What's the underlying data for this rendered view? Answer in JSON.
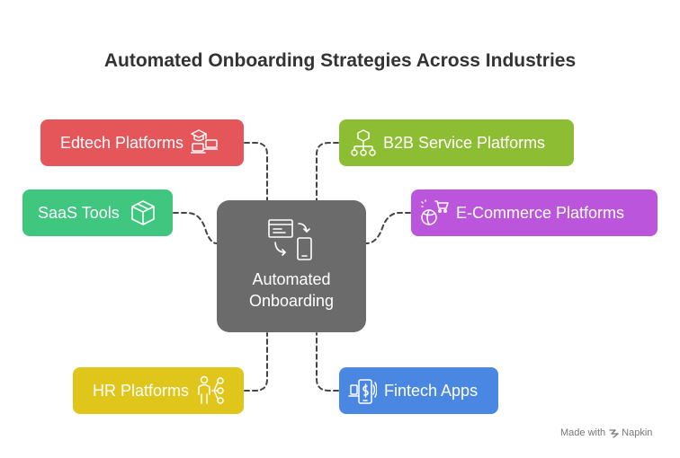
{
  "title": "Automated Onboarding Strategies Across Industries",
  "center": {
    "line1": "Automated",
    "line2": "Onboarding",
    "icon": "workflow-document-phone-icon"
  },
  "left_items": [
    {
      "label": "Edtech Platforms",
      "icon": "graduation-computer-icon",
      "color": "#e4565a"
    },
    {
      "label": "SaaS Tools",
      "icon": "box-icon",
      "color": "#3fc77f"
    },
    {
      "label": "HR Platforms",
      "icon": "people-network-icon",
      "color": "#e0c51b"
    }
  ],
  "right_items": [
    {
      "label": "B2B Service Platforms",
      "icon": "hierarchy-network-icon",
      "color": "#8dbd32"
    },
    {
      "label": "E-Commerce Platforms",
      "icon": "shopping-cart-globe-icon",
      "color": "#bb56dc"
    },
    {
      "label": "Fintech Apps",
      "icon": "mobile-payment-icon",
      "color": "#4a87e3"
    }
  ],
  "credit": {
    "made_with": "Made with",
    "brand": "Napkin"
  },
  "connector_color": "#444444"
}
